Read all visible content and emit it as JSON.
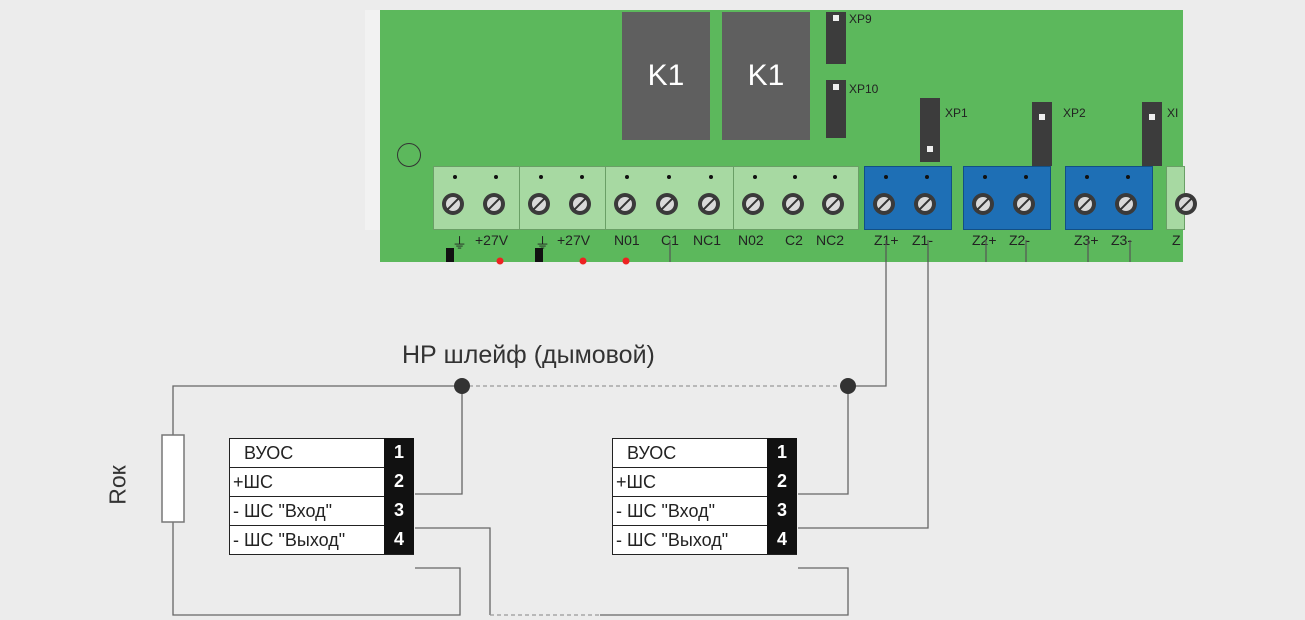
{
  "relays": [
    {
      "label": "K1"
    },
    {
      "label": "K1"
    }
  ],
  "jumpers": [
    "XP9",
    "XP10",
    "XP1",
    "XP2",
    "XI"
  ],
  "terminals": [
    "+27V",
    "+27V",
    "N01",
    "C1",
    "NC1",
    "N02",
    "C2",
    "NC2",
    "Z1+",
    "Z1-",
    "Z2+",
    "Z2-",
    "Z3+",
    "Z3-",
    "Z"
  ],
  "loop_caption": "НР шлейф (дымовой)",
  "resistor_label": "Rок",
  "devices": [
    {
      "rows": [
        {
          "label": "ВУОС",
          "num": "1"
        },
        {
          "label": "+ШС",
          "num": "2"
        },
        {
          "label": "- ШС \"Вход\"",
          "num": "3"
        },
        {
          "label": "- ШС \"Выход\"",
          "num": "4"
        }
      ]
    },
    {
      "rows": [
        {
          "label": "ВУОС",
          "num": "1"
        },
        {
          "label": "+ШС",
          "num": "2"
        },
        {
          "label": "- ШС \"Вход\"",
          "num": "3"
        },
        {
          "label": "- ШС \"Выход\"",
          "num": "4"
        }
      ]
    }
  ]
}
